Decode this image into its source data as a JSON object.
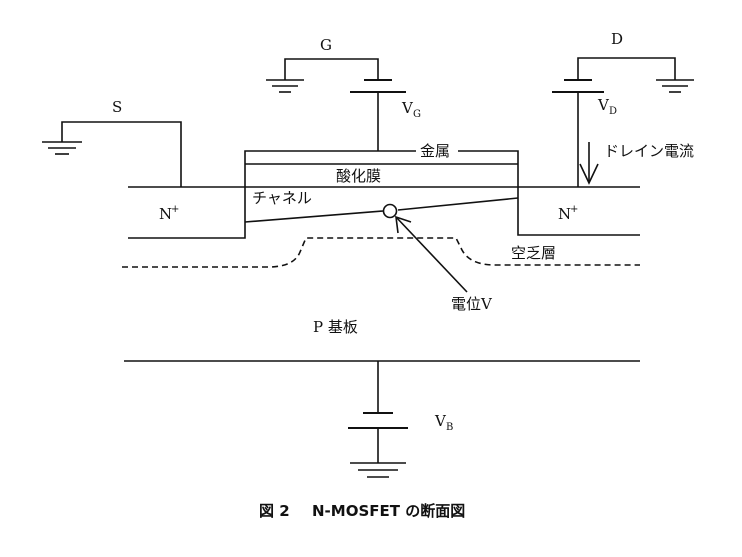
{
  "labels": {
    "source": "S",
    "gate": "G",
    "drain": "D",
    "vg_main": "V",
    "vg_sub": "G",
    "vd_main": "V",
    "vd_sub": "D",
    "vb_main": "V",
    "vb_sub": "B",
    "metal": "金属",
    "oxide": "酸化膜",
    "channel": "チャネル",
    "n_left_main": "N",
    "n_left_sup": "+",
    "n_right_main": "N",
    "n_right_sup": "+",
    "depletion": "空乏層",
    "potential": "電位V",
    "drain_current": "ドレイン電流",
    "substrate": "P 基板"
  },
  "caption": {
    "fig": "図 2",
    "title": "N-MOSFET の断面図"
  }
}
